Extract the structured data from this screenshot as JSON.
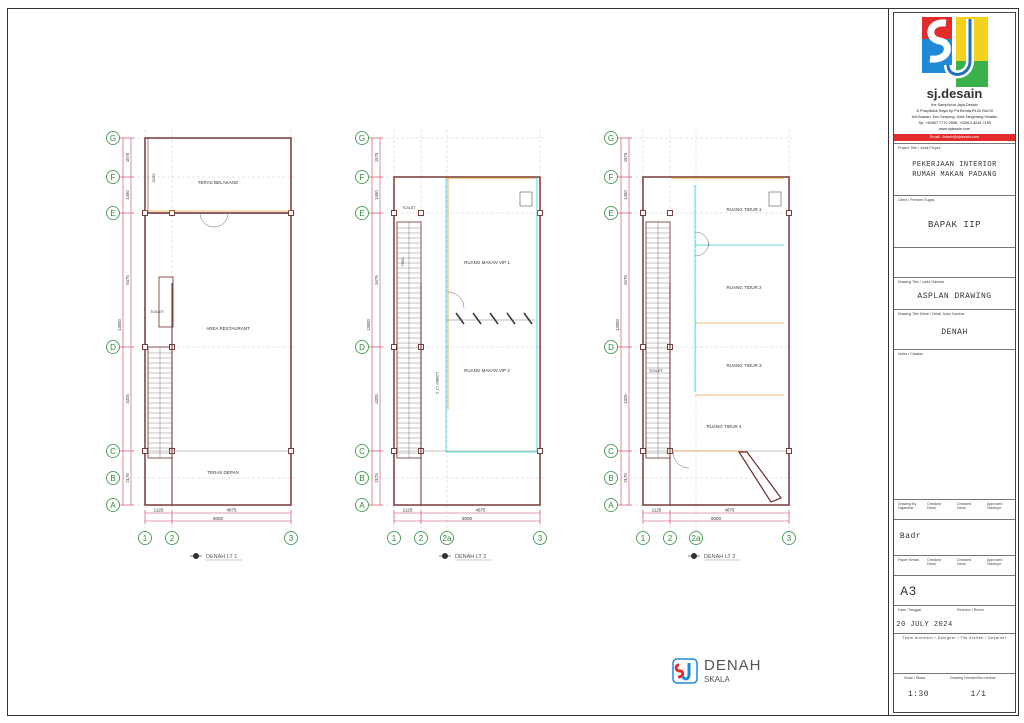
{
  "company": {
    "name": "sj.desain",
    "legal": "the SampUrna.Jaya.Desain",
    "address_1": "Jl Puspitalok Raya Kp Pd Benda Rt.02 Rw.03",
    "address_2": "Kel.Buaran, Kec.Serpong, Kota Tangerang Selatan",
    "phone": "Tlp. +62857 7770 2558, +62812 8244 7159",
    "website": "www.sjdesain.com",
    "email": "Email : Admin@sjdesain.com"
  },
  "titleblock": {
    "project_label": "Project Title / Judul Proyek",
    "project_line1": "PEKERJAAN INTERIOR",
    "project_line2": "RUMAH MAKAN PADANG",
    "client_label": "Client / Pemberi Tugas",
    "client": "BAPAK IIP",
    "drawing_title_label": "Drawing Title / Judul Gambar",
    "drawing_title": "ASPLAN DRAWING",
    "detail_label": "Drawing Title Detail / Detail Judul Gambar",
    "detail": "DENAH",
    "notes_label": "Notes / Catatan",
    "drawn_by_label": "Drawing By Digambar",
    "checked1": "Checked Dicek",
    "checked2": "Checked Dicek",
    "approved": "Approved Disetujui",
    "drawn_by": "Badr",
    "paper_label": "Paper Kertas",
    "paper": "A3",
    "date_label": "Date / Tanggal",
    "revision_label": "Revision / Revisi",
    "date": "20 JULY 2024",
    "team_label": "Team Architect / Designer / Tim Arsitek / Desainer",
    "scale_label": "Scale / Skala",
    "number_label": "Drawing Number/No Lembar",
    "scale": "1:30",
    "number": "1/1"
  },
  "stamp": {
    "title": "DENAH",
    "subtitle": "SKALA"
  },
  "plans": [
    {
      "caption": "DENAH LT 1",
      "rooms": [
        "TERAS BELAKANG",
        "TOILET",
        "AREA RESTAURANT",
        "TERAS DEPAN"
      ],
      "grid_cols": [
        "1",
        "2",
        "3"
      ]
    },
    {
      "caption": "DENAH LT 2",
      "rooms": [
        "TOILET",
        "RUANG MAKAN VIP 1",
        "RUANG MAKAN VIP 2",
        "LOBBY LT 2"
      ],
      "grid_cols": [
        "1",
        "2",
        "2a",
        "3"
      ]
    },
    {
      "caption": "DENAH LT 3",
      "rooms": [
        "RUANG TIDUR 1",
        "RUANG TIDUR 2",
        "RUANG TIDUR 3",
        "RUANG TIDUR 4",
        "TOILET"
      ],
      "grid_cols": [
        "1",
        "2",
        "2a",
        "3"
      ]
    }
  ],
  "grid_rows": [
    "G",
    "F",
    "E",
    "D",
    "C",
    "B",
    "A"
  ],
  "dimensions": {
    "left": [
      "1575",
      "1450",
      "5475",
      "4325",
      "2175"
    ],
    "bottom": [
      "1125",
      "4875"
    ],
    "total_width": "6000",
    "total_height": "13000",
    "plan1_rear": "3150",
    "plan2_side": "7500"
  },
  "colors": {
    "wall": "#6b2a2a",
    "dim": "#d23c5a",
    "grid": "#2e8b3a",
    "cyan": "#2fd1d1",
    "orange": "#e8a64a",
    "logo_red": "#e32b2b",
    "logo_blue": "#1f8ad8",
    "logo_yellow": "#f4d21b",
    "logo_green": "#3bb14a"
  }
}
